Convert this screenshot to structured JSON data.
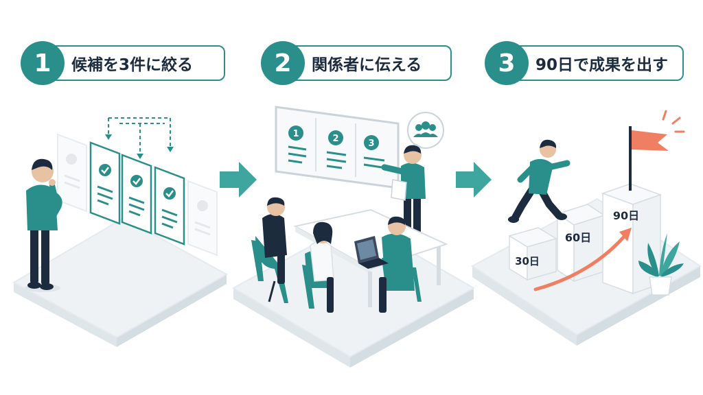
{
  "steps": [
    {
      "number": "1",
      "label": "候補を3件に絞る"
    },
    {
      "number": "2",
      "label": "関係者に伝える"
    },
    {
      "number": "3",
      "label": "90日で成果を出す"
    }
  ],
  "board_numbers": [
    "1",
    "2",
    "3"
  ],
  "milestones": [
    "30日",
    "60日",
    "90日"
  ],
  "colors": {
    "teal": "#2a8f8a",
    "navy": "#1d2b3f",
    "coral": "#f07e63",
    "light_teal": "#e3f2f1"
  },
  "icons": [
    "check-icon",
    "arrow-right-icon",
    "people-icon",
    "flag-icon",
    "laptop-icon",
    "plant-icon"
  ]
}
